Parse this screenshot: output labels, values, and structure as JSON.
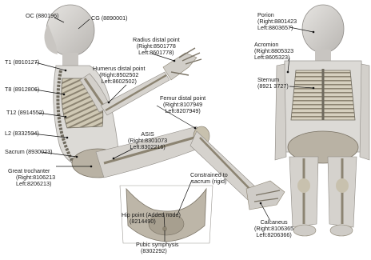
{
  "labels": {
    "oc": "OC (880196)",
    "cg": "CG (8890001)",
    "radius": {
      "name": "Radius distal point",
      "right": "(Right:8501778",
      "left": "Left:8601778)"
    },
    "humerus": {
      "name": "Humerus distal point",
      "right": "(Right:8502502",
      "left": "Left:8602502)"
    },
    "t1": "T1 (8910127)",
    "t8": "T8 (8912806)",
    "t12": "T12 (8914552)",
    "l2": "L2 (8332504)",
    "sacrum": "Sacrum (8930023)",
    "great_trochanter": {
      "name": "Great trochanter",
      "right": "(Right:8106213",
      "left": "Left:8206213)"
    },
    "asis": {
      "name": "ASIS",
      "right": "(Right:8301073",
      "left": "Left:8302216)"
    },
    "femur": {
      "name": "Femur distal point",
      "right": "(Right:8107949",
      "left": "Left:8207949)"
    },
    "constrained": {
      "line1": "Constrained to",
      "line2": "sacrum (rigid)"
    },
    "hip_point": {
      "name": "Hip point (Added node)",
      "id": "(8214490)"
    },
    "pubic": {
      "name": "Pubic symphysis",
      "id": "(8302292)"
    },
    "calcaneus": {
      "name": "Calcaneus",
      "right": "(Right:8106365",
      "left": "Left:8206366)"
    },
    "porion": {
      "name": "Porion",
      "right": "(Right:8801423",
      "left": "Left:8803657)"
    },
    "acromion": {
      "name": "Acromion",
      "right": "(Right:8805323",
      "left": "Left:8605323)"
    },
    "sternum": {
      "name": "Sternum",
      "id": "(8921 3727)"
    }
  },
  "colors": {
    "skin": "#d8d6d3",
    "skin_shade": "#b9b6b2",
    "bone": "#c9c0a8",
    "bone_dark": "#8c8472",
    "pelvis": "#b7b0a3",
    "leader": "#111111"
  }
}
